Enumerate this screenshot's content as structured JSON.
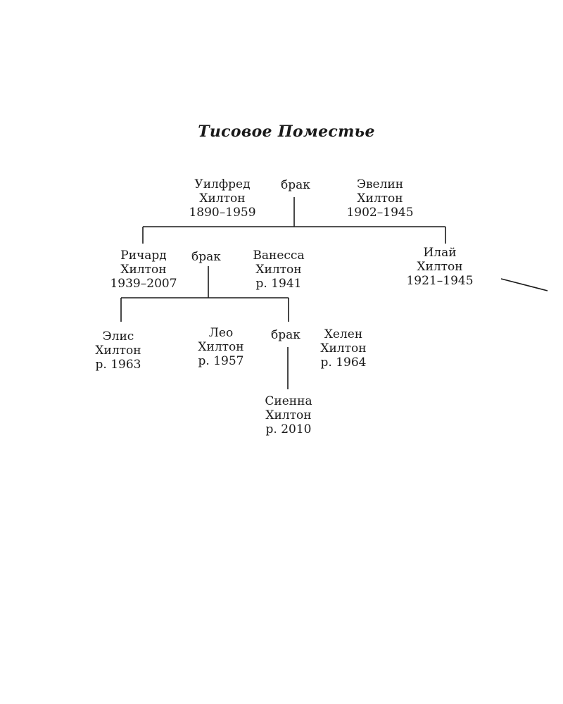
{
  "title": "Тисовое Поместье",
  "marriage_label": "брак",
  "people": {
    "wilfred": {
      "first": "Уилфред",
      "last": "Хилтон",
      "dates": "1890–1959"
    },
    "evelyn": {
      "first": "Эвелин",
      "last": "Хилтон",
      "dates": "1902–1945"
    },
    "richard": {
      "first": "Ричард",
      "last": "Хилтон",
      "dates": "1939–2007"
    },
    "vanessa": {
      "first": "Ванесса",
      "last": "Хилтон",
      "dates": "р. 1941"
    },
    "eli": {
      "first": "Илай",
      "last": "Хилтон",
      "dates": "1921–1945"
    },
    "alice": {
      "first": "Элис",
      "last": "Хилтон",
      "dates": "р. 1963"
    },
    "leo": {
      "first": "Лео",
      "last": "Хилтон",
      "dates": "р. 1957"
    },
    "helen": {
      "first": "Хелен",
      "last": "Хилтон",
      "dates": "р. 1964"
    },
    "sienna": {
      "first": "Сиенна",
      "last": "Хилтон",
      "dates": "р. 2010"
    }
  }
}
